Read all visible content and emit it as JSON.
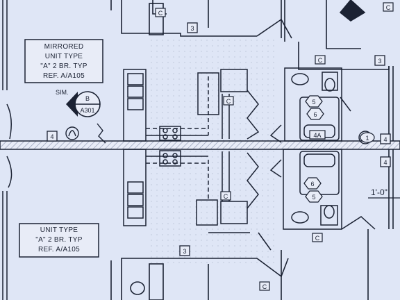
{
  "colors": {
    "paper": "#dfe6f6",
    "ink": "#1b2233",
    "light_ink": "#6d7590",
    "hatch": "#b9c2d8"
  },
  "callouts": {
    "mirrored": {
      "lines": [
        "MIRRORED",
        "UNIT TYPE",
        "\"A\" 2 BR. TYP",
        "REF. A/A105"
      ]
    },
    "unit": {
      "lines": [
        "UNIT TYPE",
        "\"A\" 2 BR. TYP",
        "REF. A/A105"
      ]
    }
  },
  "section_marker": {
    "sim": "SIM.",
    "letter": "B",
    "sheet": "A301"
  },
  "tags": {
    "wall_3": "3",
    "wall_4": "4",
    "door_5": "5",
    "door_6": "6",
    "fixture_4a": "4A",
    "fixture_c": "C",
    "note_1": "1"
  },
  "dimension": {
    "right": "1'-0\""
  }
}
